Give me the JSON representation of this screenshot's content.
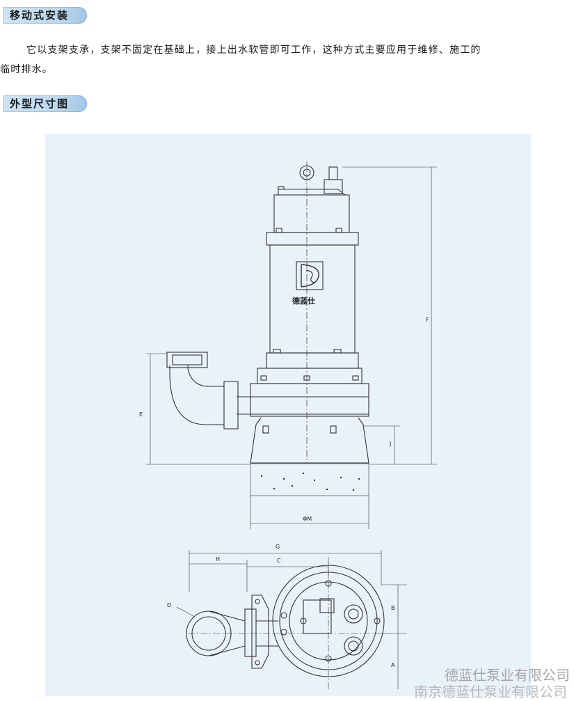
{
  "section1": {
    "title": "移动式安装"
  },
  "description": {
    "line1": "它以支架支承，支架不固定在基础上，接上出水软管即可工作，这种方式主要应用于维修、施工的",
    "line2": "临时排水。"
  },
  "section2": {
    "title": "外型尺寸图"
  },
  "drawing": {
    "brand_text": "德蓝仕",
    "dimensions": {
      "F": "F",
      "E": "E",
      "J": "J",
      "M": "ΦM",
      "G": "G",
      "H": "H",
      "C": "C",
      "D": "D",
      "B": "B",
      "A": "A"
    }
  },
  "watermark": {
    "line1": "德蓝仕泵业有限公司",
    "line2": "南京德蓝仕泵业有限公司"
  }
}
